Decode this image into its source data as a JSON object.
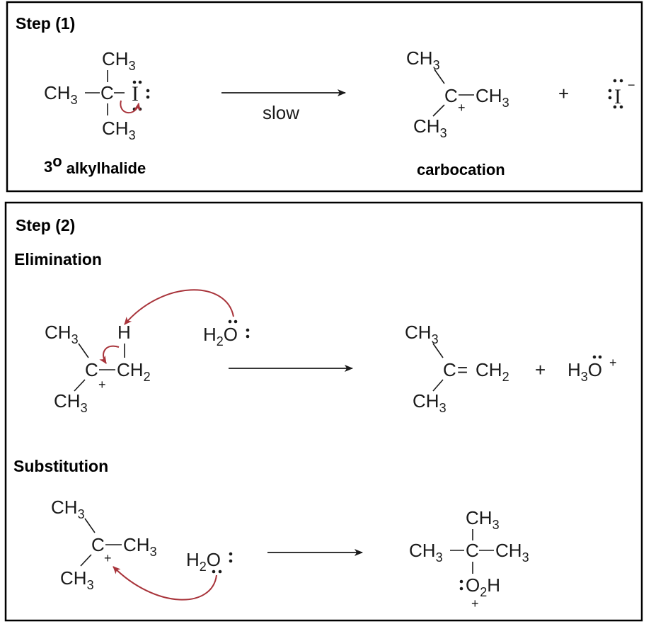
{
  "step1": {
    "heading": "Step (1)",
    "reactant": {
      "top": "CH",
      "top_sub": "3",
      "left": "CH",
      "left_sub": "3",
      "center": "C",
      "halogen": "I",
      "bottom": "CH",
      "bottom_sub": "3",
      "label_prefix": "3",
      "label_degree": "o",
      "label_text": "alkylhalide"
    },
    "arrow_label": "slow",
    "product": {
      "top": "CH",
      "top_sub": "3",
      "center": "C",
      "charge": "+",
      "right": "CH",
      "right_sub": "3",
      "bottom": "CH",
      "bottom_sub": "3",
      "label": "carbocation"
    },
    "plus": "+",
    "iodide": {
      "symbol": "I",
      "charge": "−"
    }
  },
  "step2": {
    "heading": "Step (2)",
    "elimination": {
      "heading": "Elimination",
      "reactant": {
        "h": "H",
        "top": "CH",
        "top_sub": "3",
        "center": "C",
        "charge": "+",
        "right": "CH",
        "right_sub": "2",
        "bottom": "CH",
        "bottom_sub": "3"
      },
      "water": {
        "h": "H",
        "h_sub": "2",
        "o": "O"
      },
      "product": {
        "top": "CH",
        "top_sub": "3",
        "center": "C",
        "double": "=",
        "right": "CH",
        "right_sub": "2",
        "bottom": "CH",
        "bottom_sub": "3"
      },
      "plus": "+",
      "hydronium": {
        "h": "H",
        "h_sub": "3",
        "o": "O",
        "charge": "+"
      }
    },
    "substitution": {
      "heading": "Substitution",
      "reactant": {
        "top": "CH",
        "top_sub": "3",
        "center": "C",
        "charge": "+",
        "right": "CH",
        "right_sub": "3",
        "bottom": "CH",
        "bottom_sub": "3"
      },
      "water": {
        "h": "H",
        "h_sub": "2",
        "o": "O"
      },
      "product": {
        "top": "CH",
        "top_sub": "3",
        "left": "CH",
        "left_sub": "3",
        "center": "C",
        "right": "CH",
        "right_sub": "3",
        "o": "O",
        "o_sub": "2",
        "h": "H",
        "charge": "+"
      }
    }
  },
  "colors": {
    "curly_arrow": "#a8333a",
    "frame": "#000000",
    "text": "#1a1a1a"
  }
}
